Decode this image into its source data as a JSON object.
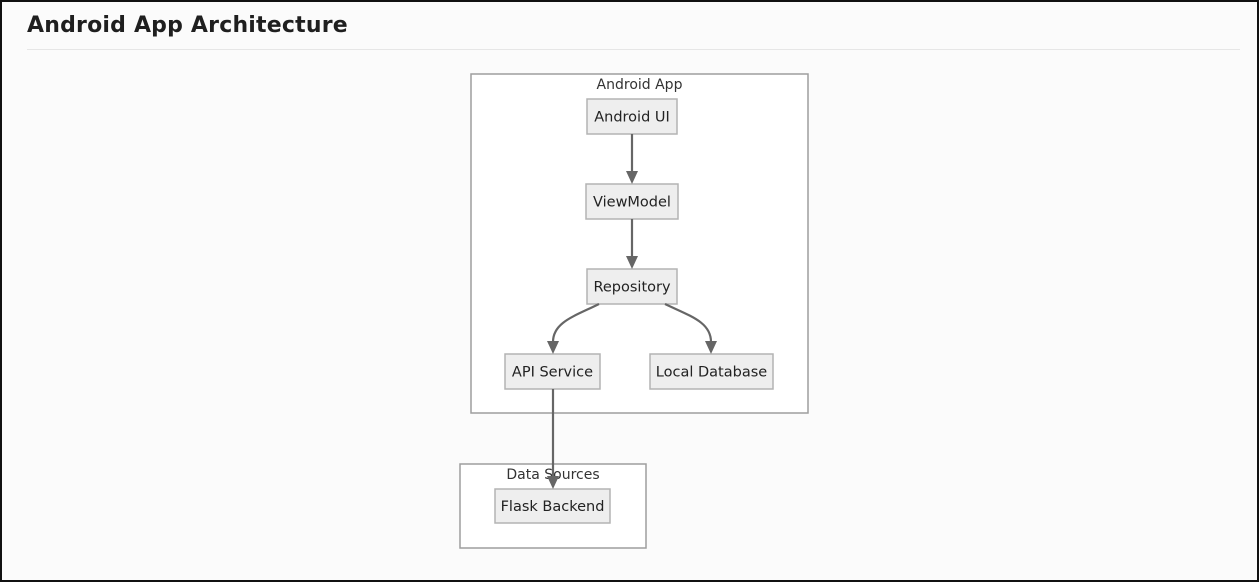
{
  "page": {
    "title": "Android App Architecture"
  },
  "diagram": {
    "clusters": {
      "android_app": "Android App",
      "data_sources": "Data Sources"
    },
    "nodes": {
      "android_ui": "Android UI",
      "viewmodel": "ViewModel",
      "repository": "Repository",
      "api_service": "API Service",
      "local_database": "Local Database",
      "flask_backend": "Flask Backend"
    },
    "edges": [
      {
        "from": "Android UI",
        "to": "ViewModel"
      },
      {
        "from": "ViewModel",
        "to": "Repository"
      },
      {
        "from": "Repository",
        "to": "API Service"
      },
      {
        "from": "Repository",
        "to": "Local Database"
      },
      {
        "from": "API Service",
        "to": "Flask Backend"
      }
    ]
  },
  "colors": {
    "node_fill": "#eeeeee",
    "node_border": "#b3b3b3",
    "edge": "#666666",
    "background": "#fbfbfb"
  }
}
